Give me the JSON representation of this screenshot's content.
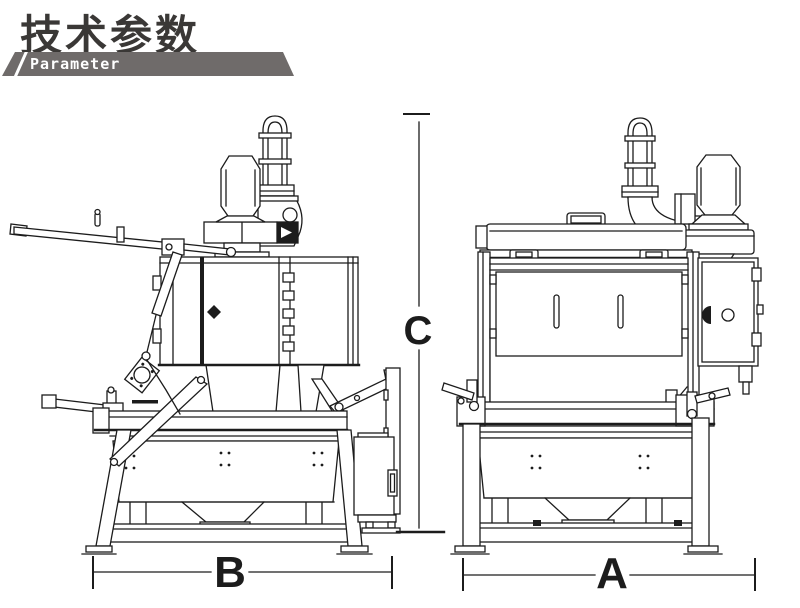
{
  "header": {
    "title": "技术参数",
    "banner_label": "Parameter"
  },
  "drawing": {
    "dimension_labels": {
      "left_view_width": "B",
      "right_view_width": "A",
      "height": "C"
    }
  },
  "colors": {
    "ink": "#1c1c1c",
    "title": "#3a3836",
    "banner_bg": "#6f6b6a",
    "banner_text": "#ffffff",
    "background": "#ffffff"
  }
}
